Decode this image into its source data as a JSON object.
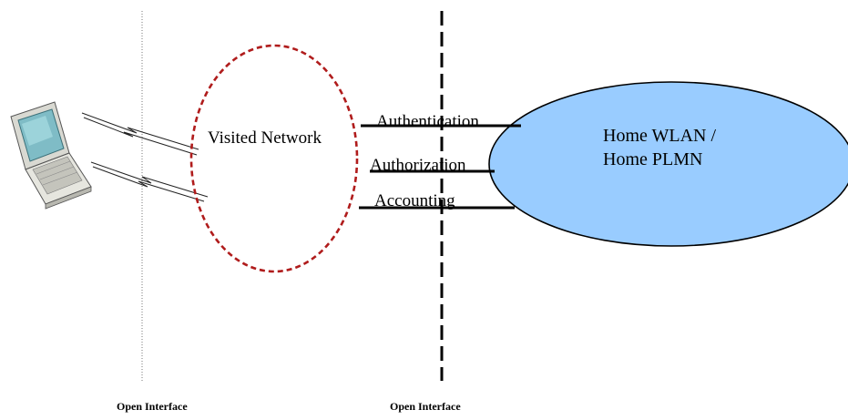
{
  "visited_network": {
    "label": "Visited Network",
    "border_color": "#b01c1c"
  },
  "home_network": {
    "line1": "Home WLAN /",
    "line2": "Home PLMN",
    "fill_color": "#99ccff"
  },
  "links": [
    {
      "label": "Authentication"
    },
    {
      "label": "Authorization"
    },
    {
      "label": "Accounting"
    }
  ],
  "interfaces": [
    {
      "label": "Open Interface"
    },
    {
      "label": "Open Interface"
    }
  ],
  "icons": {
    "client": "laptop-icon",
    "wireless": "lightning-bolt-icon"
  }
}
